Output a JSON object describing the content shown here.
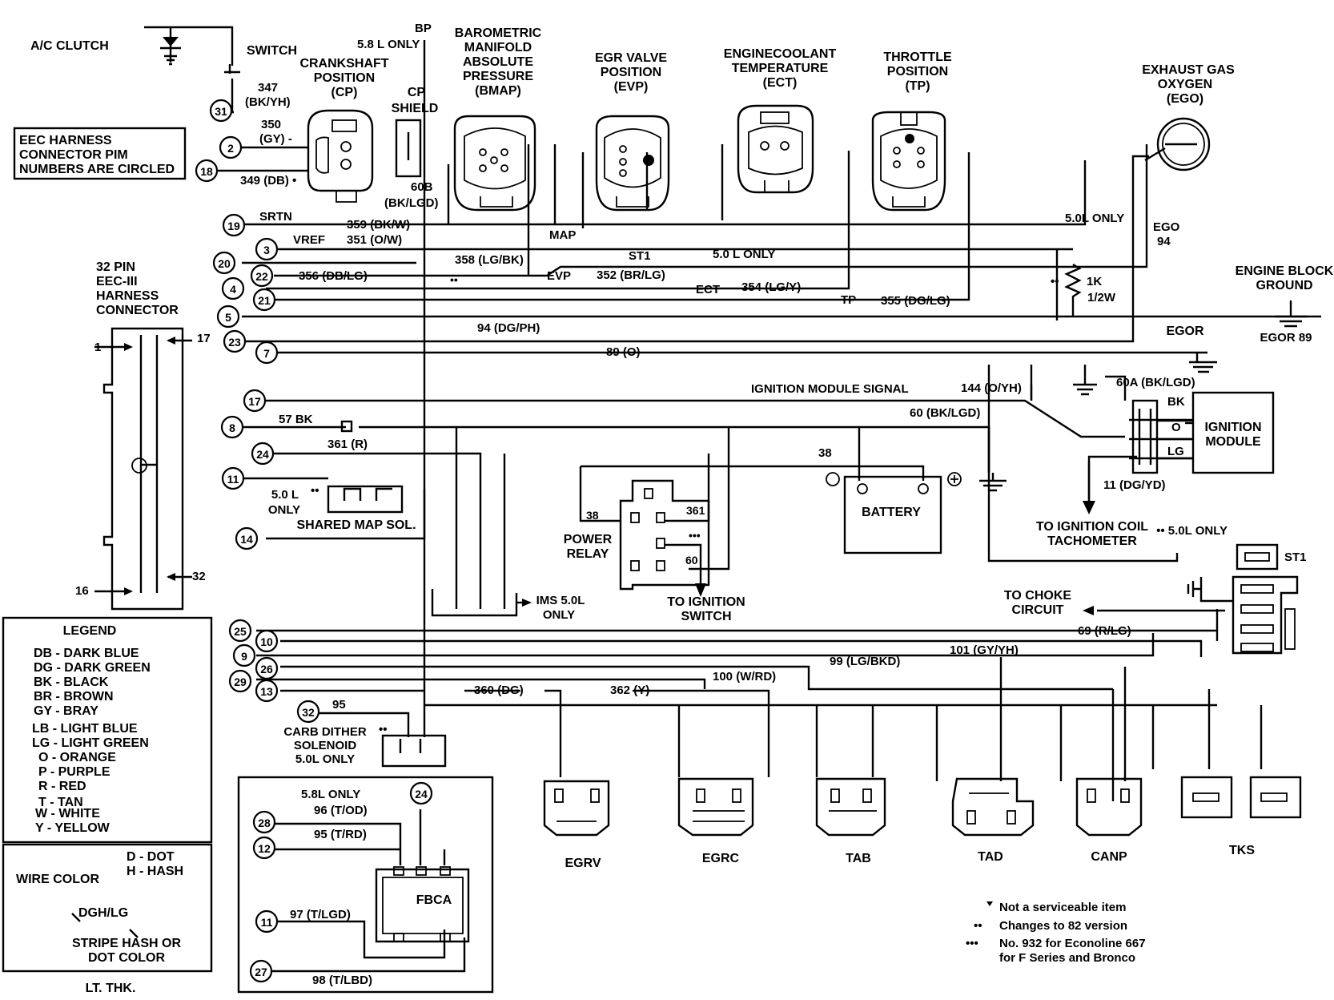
{
  "components": {
    "ac_clutch": "A/C CLUTCH",
    "switch": "SWITCH",
    "bp": "BP",
    "bp_note": "5.8 L ONLY",
    "bmap": [
      "BAROMETRIC",
      "MANIFOLD",
      "ABSOLUTE",
      "PRESSURE",
      "(BMAP)"
    ],
    "cp": [
      "CRANKSHAFT",
      "POSITION",
      "(CP)"
    ],
    "cp_shield": [
      "CP",
      "SHIELD"
    ],
    "evp": [
      "EGR VALVE",
      "POSITION",
      "(EVP)"
    ],
    "ect": [
      "ENGINECOOLANT",
      "TEMPERATURE",
      "(ECT)"
    ],
    "tp": [
      "THROTTLE",
      "POSITION",
      "(TP)"
    ],
    "ego": [
      "EXHAUST GAS",
      "OXYGEN",
      "(EGO)"
    ],
    "eec_note": [
      "EEC HARNESS",
      "CONNECTOR PIM",
      "NUMBERS ARE CIRCLED"
    ],
    "connector": [
      "32 PIN",
      "EEC-III",
      "HARNESS",
      "CONNECTOR"
    ],
    "engine_ground": [
      "ENGINE BLOCK",
      "GROUND"
    ],
    "egor89": "EGOR 89",
    "egor": "EGOR",
    "ignition_module": [
      "IGNITION",
      "MODULE"
    ],
    "to_coil": [
      "TO IGNITION COIL",
      "TACHOMETER"
    ],
    "battery": "BATTERY",
    "power_relay": [
      "POWER",
      "RELAY"
    ],
    "to_ign_switch": [
      "TO IGNITION",
      "SWITCH"
    ],
    "map_sol": "SHARED MAP SOL.",
    "map_sol_note": [
      "5.0 L",
      "ONLY"
    ],
    "ims": [
      "IMS 5.0L",
      "ONLY"
    ],
    "carb_dither": [
      "CARB DITHER",
      "SOLENOID",
      "5.0L ONLY"
    ],
    "to_choke": [
      "TO CHOKE",
      "CIRCUIT"
    ],
    "st1": "ST1",
    "fbca": "FBCA",
    "fbca_note": "5.8L ONLY",
    "egrv": "EGRV",
    "egrc": "EGRC",
    "tab": "TAB",
    "tad": "TAD",
    "canp": "CANP",
    "tks": "TKS"
  },
  "wires": {
    "w347": "347",
    "w347c": "(BK/YH)",
    "w350": "350",
    "w350c": "(GY) -",
    "w349": "349 (DB) •",
    "w60b": "60B",
    "w60bc": "(BK/LGD)",
    "srtn": "SRTN",
    "w359": "359 (BK/W)",
    "vref": "VREF",
    "w351": "351 (O/W)",
    "map": "MAP",
    "w358": "358 (LG/BK)",
    "st1w": "ST1",
    "only50": "5.0 L ONLY",
    "w356": "356 (DB/LG)",
    "evp": "EVP",
    "w352": "352 (BR/LG)",
    "ect": "ECT",
    "w354": "354 (LG/Y)",
    "tp": "TP",
    "w355": "355 (DG/LG)",
    "w94": "94 (DG/PH)",
    "w89": "89 (O)",
    "ign_signal": "IGNITION MODULE SIGNAL",
    "w144": "144 (O/YH)",
    "w57": "57 BK",
    "w60": "60 (BK/LGD)",
    "w361": "361 (R)",
    "w38": "38",
    "w60a": "60A (BK/LGD)",
    "bk": "BK",
    "o": "O",
    "lg": "LG",
    "w11": "11 (DG/YD)",
    "only50b": "5.0L ONLY",
    "ego94": "EGO",
    "ego94n": "94",
    "res": "1K",
    "res2": "1/2W",
    "only50c": "•• 5.0L ONLY",
    "w69": "69 (R/LG)",
    "w101": "101 (GY/YH)",
    "w99": "99 (LG/BKD)",
    "w100": "100 (W/RD)",
    "w360": "360 (DG)",
    "w362": "362 (Y)",
    "w95": "95",
    "w96": "96 (T/OD)",
    "w95b": "95 (T/RD)",
    "w97": "97 (T/LGD)",
    "w98": "98 (T/LBD)",
    "relay38": "38",
    "relay361": "361",
    "relay60": "60"
  },
  "pins": {
    "p31": "31",
    "p2": "2",
    "p18": "18",
    "p19": "19",
    "p3": "3",
    "p20": "20",
    "p22": "22",
    "p4": "4",
    "p21": "21",
    "p5": "5",
    "p23": "23",
    "p7": "7",
    "p17": "17",
    "p8": "8",
    "p24": "24",
    "p11": "11",
    "p14": "14",
    "p25": "25",
    "p10": "10",
    "p9": "9",
    "p26": "26",
    "p29": "29",
    "p13": "13",
    "p32": "32",
    "p28b": "28",
    "p12b": "12",
    "p24b": "24",
    "p11b": "11",
    "p27b": "27"
  },
  "connector_pins": {
    "one": "1",
    "seventeen": "17",
    "sixteen": "16",
    "thirtytwo": "32"
  },
  "legend": {
    "title": "LEGEND",
    "items": [
      "DB - DARK BLUE",
      "DG - DARK GREEN",
      "BK - BLACK",
      "BR - BROWN",
      "GY - BRAY",
      "LB - LIGHT BLUE",
      "LG - LIGHT GREEN",
      "O - ORANGE",
      "P - PURPLE",
      "R - RED",
      "T - TAN",
      "W - WHITE",
      "Y - YELLOW"
    ],
    "dot": "D - DOT",
    "hash": "H - HASH",
    "wire_color": "WIRE COLOR",
    "example": "DGH/LG",
    "stripe": [
      "STRIPE HASH OR",
      "DOT COLOR"
    ],
    "lt_thk": "LT. THK."
  },
  "notes": {
    "n1": "Not a serviceable item",
    "n2": "Changes to 82 version",
    "n3": "No. 932 for Econoline 667",
    "n3b": "for F Series and Bronco"
  }
}
